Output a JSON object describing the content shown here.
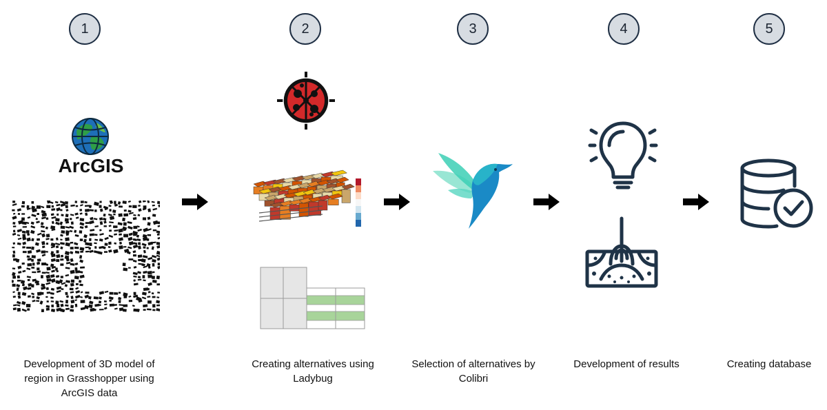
{
  "steps": [
    {
      "number": "1",
      "caption": "Development of 3D model of region in Grasshopper using ArcGIS data",
      "logo_text": "ArcGIS"
    },
    {
      "number": "2",
      "caption": "Creating alternatives using Ladybug"
    },
    {
      "number": "3",
      "caption": "Selection of alternatives by Colibri"
    },
    {
      "number": "4",
      "caption": "Development of  results"
    },
    {
      "number": "5",
      "caption": "Creating database"
    }
  ],
  "icons": {
    "step1": [
      "arcgis-globe-icon",
      "city-map-image"
    ],
    "step2": [
      "ladybug-icon",
      "building-energy-model-image",
      "table-grid-image"
    ],
    "step3": [
      "hummingbird-icon"
    ],
    "step4": [
      "lightbulb-icon",
      "fingerprint-results-icon"
    ],
    "step5": [
      "database-check-icon"
    ],
    "connector": "right-arrow-icon"
  },
  "colors": {
    "circle_fill": "#d7dce2",
    "circle_border": "#1f2f44",
    "icon_navy": "#1f3347",
    "ladybug_red": "#d3292a",
    "bird_teal": "#3ccfb5",
    "bird_blue": "#1a8ac6",
    "table_green": "#a8d49a",
    "arcgis_green": "#2f9e47",
    "arcgis_blue": "#1e6fb8"
  }
}
